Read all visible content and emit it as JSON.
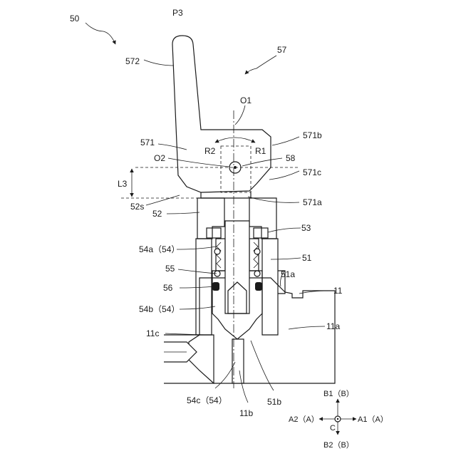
{
  "figure": {
    "number": "50",
    "view": "P3"
  },
  "labels": {
    "lever_arm": "572",
    "lever_assembly": "57",
    "pivot_axis": "O1",
    "lever_body": "571",
    "lever_edge_b": "571b",
    "rot_r2": "R2",
    "rot_r1": "R1",
    "pin_axis": "O2",
    "pin": "58",
    "lever_edge_c": "571c",
    "dim_l3": "L3",
    "seat_surface": "52s",
    "lever_edge_a": "571a",
    "cap": "52",
    "ring": "53",
    "sleeve_upper": "54a（54）",
    "body": "51",
    "body_face": "51a",
    "spring": "55",
    "seal": "56",
    "base": "11",
    "sleeve_lower": "54b（54）",
    "base_face": "11a",
    "channel": "11c",
    "tip": "54c（54）",
    "bore_body": "51b",
    "bore_base": "11b"
  },
  "axes": {
    "b1": "B1（B）",
    "a2": "A2（A）",
    "a1": "A1（A）",
    "c": "C",
    "b2": "B2（B）"
  }
}
